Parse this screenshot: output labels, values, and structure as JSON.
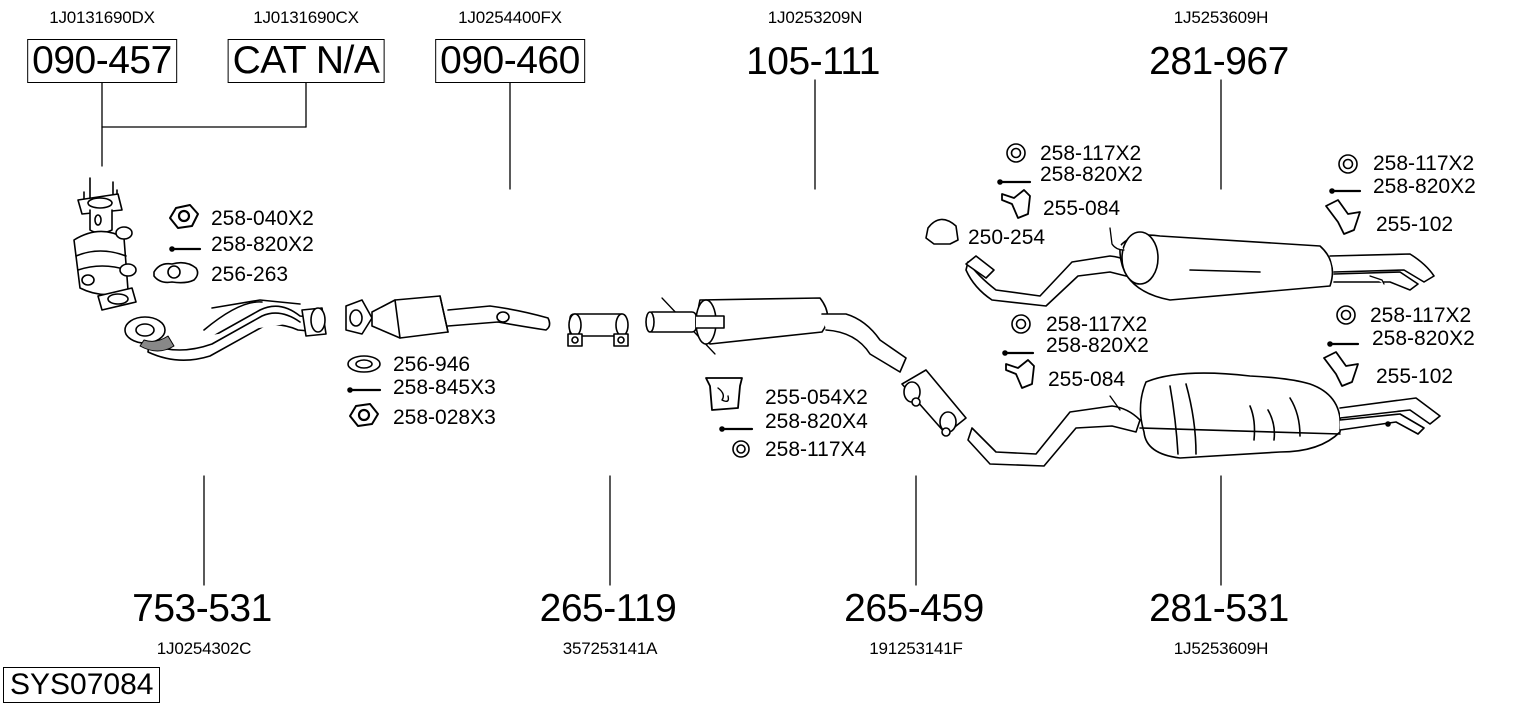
{
  "system_code": "SYS07084",
  "top_parts": [
    {
      "oem": "1J0131690DX",
      "part_number": "090-457",
      "boxed": true
    },
    {
      "oem": "1J0131690CX",
      "part_number": "CAT N/A",
      "boxed": true
    },
    {
      "oem": "1J0254400FX",
      "part_number": "090-460",
      "boxed": true
    },
    {
      "oem": "1J0253209N",
      "part_number": "105-111",
      "boxed": false
    },
    {
      "oem": "1J5253609H",
      "part_number": "281-967",
      "boxed": false
    }
  ],
  "bottom_parts": [
    {
      "oem": "1J0254302C",
      "part_number": "753-531"
    },
    {
      "oem": "357253141A",
      "part_number": "265-119"
    },
    {
      "oem": "191253141F",
      "part_number": "265-459"
    },
    {
      "oem": "1J5253609H",
      "part_number": "281-531"
    }
  ],
  "accessory_groups": {
    "front_pipe": [
      {
        "icon": "nut-icon",
        "label": "258-040X2"
      },
      {
        "icon": "bolt-icon",
        "label": "258-820X2"
      },
      {
        "icon": "gasket-icon",
        "label": "256-263"
      }
    ],
    "catalyst": [
      {
        "icon": "ring-gasket-icon",
        "label": "256-946"
      },
      {
        "icon": "bolt-icon",
        "label": "258-845X3"
      },
      {
        "icon": "nut-icon",
        "label": "258-028X3"
      }
    ],
    "middle_silencer": [
      {
        "icon": "rubber-hanger-icon",
        "label": "255-054X2"
      },
      {
        "icon": "bolt-icon",
        "label": "258-820X4"
      },
      {
        "icon": "washer-icon",
        "label": "258-117X4"
      }
    ],
    "rear_upper_left": [
      {
        "icon": "washer-icon",
        "label": "258-117X2"
      },
      {
        "icon": "bolt-icon",
        "label": "258-820X2"
      },
      {
        "icon": "rubber-hanger-icon",
        "label": "255-084"
      },
      {
        "icon": "clamp-icon",
        "label": "250-254"
      }
    ],
    "rear_upper_right": [
      {
        "icon": "washer-icon",
        "label": "258-117X2"
      },
      {
        "icon": "bolt-icon",
        "label": "258-820X2"
      },
      {
        "icon": "bracket-icon",
        "label": "255-102"
      }
    ],
    "rear_lower_left": [
      {
        "icon": "washer-icon",
        "label": "258-117X2"
      },
      {
        "icon": "bolt-icon",
        "label": "258-820X2"
      },
      {
        "icon": "rubber-hanger-icon",
        "label": "255-084"
      }
    ],
    "rear_lower_right": [
      {
        "icon": "washer-icon",
        "label": "258-117X2"
      },
      {
        "icon": "bolt-icon",
        "label": "258-820X2"
      },
      {
        "icon": "bracket-icon",
        "label": "255-102"
      }
    ]
  },
  "colors": {
    "line": "#000000",
    "background": "#ffffff",
    "fill": "#ffffff"
  }
}
